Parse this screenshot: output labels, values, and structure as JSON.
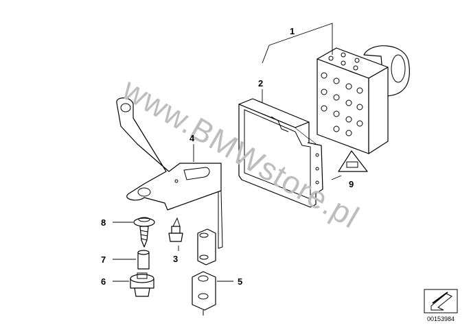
{
  "watermark_text": "www.BMWstore.pl",
  "document_number": "00153984",
  "callouts": [
    {
      "label": "1",
      "name": "callout-1-abs-assembly"
    },
    {
      "label": "2",
      "name": "callout-2-control-unit"
    },
    {
      "label": "3",
      "name": "callout-3-bolt"
    },
    {
      "label": "4",
      "name": "callout-4-bracket"
    },
    {
      "label": "5",
      "name": "callout-5-rubber-mount"
    },
    {
      "label": "6",
      "name": "callout-6-grommet"
    },
    {
      "label": "7",
      "name": "callout-7-sleeve"
    },
    {
      "label": "8",
      "name": "callout-8-screw"
    },
    {
      "label": "9",
      "name": "callout-9-warning-label"
    }
  ],
  "colors": {
    "line": "#000000",
    "watermark": "#bdbdbd",
    "background": "#ffffff"
  }
}
